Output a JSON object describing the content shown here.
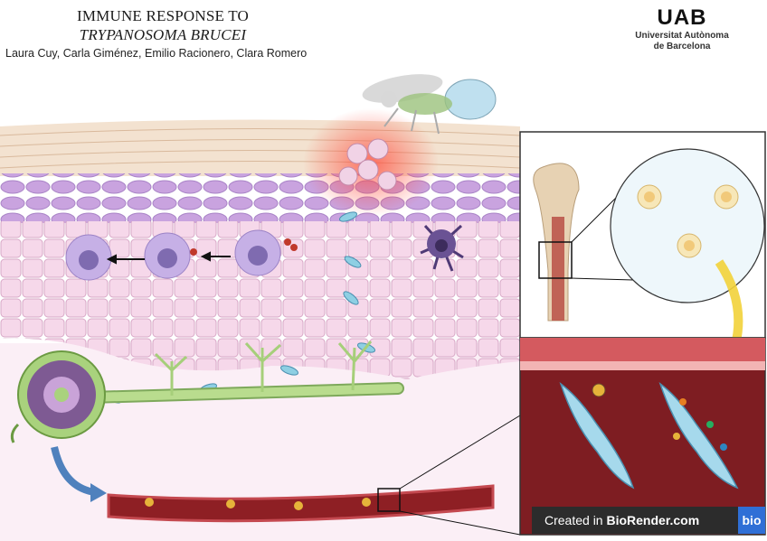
{
  "title": {
    "line1": "IMMUNE RESPONSE TO",
    "line2": "TRYPANOSOMA BRUCEI"
  },
  "authors": "Laura Cuy, Carla Giménez, Emilio Racionero, Clara Romero",
  "logo": {
    "mark": "UAB",
    "line1": "Universitat Autònoma",
    "line2": "de Barcelona"
  },
  "credit": {
    "prefix": "Created in",
    "brand": "BioRender.com",
    "badge": "bio"
  },
  "colors": {
    "skin_pink": "#f4d9e8",
    "dermis_purple": "#d6b6e6",
    "epidermis_cream": "#f3e4d3",
    "vessel_red": "#8e1f24",
    "lymph_green": "#9ccb6c",
    "parasite_blue": "#8ecfe3"
  }
}
